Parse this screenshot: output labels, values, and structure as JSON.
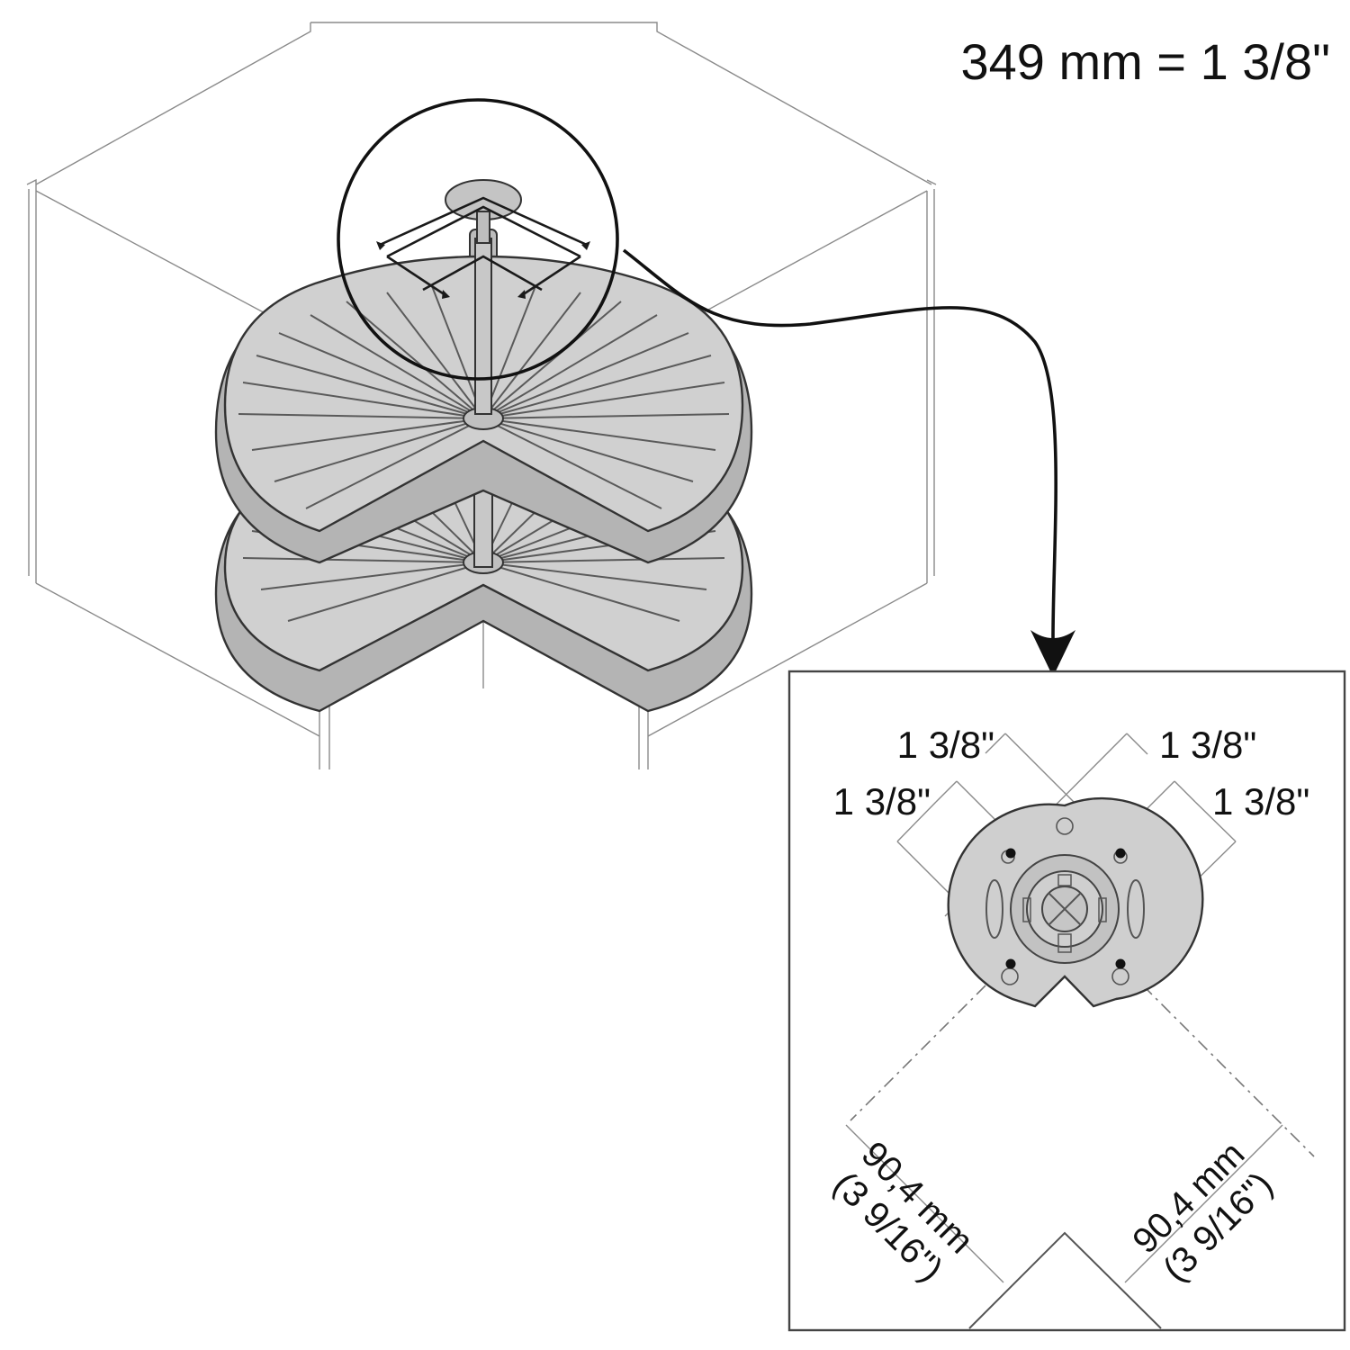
{
  "header": {
    "conversion_text": "349 mm = 1 3/8\""
  },
  "detail_view": {
    "dimension_labels": {
      "top_left_outer": "1 3/8\"",
      "top_left_inner": "1 3/8\"",
      "top_right_outer": "1 3/8\"",
      "top_right_inner": "1 3/8\"",
      "bottom_left_mm": "90,4 mm",
      "bottom_left_in": "(3 9/16\")",
      "bottom_right_mm": "90,4 mm",
      "bottom_right_in": "(3 9/16\")"
    }
  },
  "colors": {
    "shelf_fill": "#d0d0d0",
    "line_dark": "#1a1a1a",
    "line_light": "#8a8a8a"
  }
}
